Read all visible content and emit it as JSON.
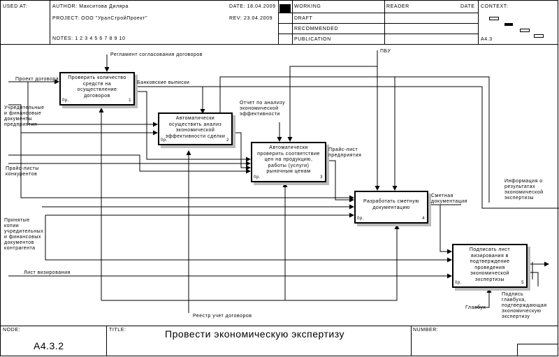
{
  "header": {
    "used_at": "USED AT:",
    "author": "AUTHOR:  Макситова Диляра",
    "project": "PROJECT:  ООО \"УралСтройПроект\"",
    "notes": "NOTES:  1  2  3  4  5  6  7  8  9  10",
    "date": "DATE:  18.04.2009",
    "rev": "REV:   23.04.2009",
    "working": "WORKING",
    "draft": "DRAFT",
    "recommended": "RECOMMENDED",
    "publication": "PUBLICATION",
    "reader": "READER",
    "reader_date": "DATE",
    "context": "CONTEXT:",
    "context_node": "A4.3"
  },
  "activities": [
    {
      "label": "Проверить количество средств на осуществление договоров",
      "cost": "0р.",
      "num": "1"
    },
    {
      "label": "Автоматически осуществить анализ экономической эффективности сделки",
      "cost": "0р.",
      "num": "2"
    },
    {
      "label": "Автоматически проверить соответствие цен на продукцию, работы (услуги) рыночным ценам",
      "cost": "0р.",
      "num": "3"
    },
    {
      "label": "Разработать сметную документацию",
      "cost": "0р.",
      "num": "4"
    },
    {
      "label": "Подписать лист визирования в подтверждение проведения экономической экспертизы",
      "cost": "0р.",
      "num": "5"
    }
  ],
  "arrow_labels": {
    "reglament": "Регламент согласования договоров",
    "pbu": "ПБУ",
    "proekt": "Проект договора",
    "uchred": "Учредительные\nи финансовые\nдокументы\nпредприятия",
    "bank": "Банковские выписки",
    "otchet": "Отчет по анализу\nэкономической\nэффективности",
    "prais_out": "Прайс-лист\nпредприятия",
    "prais_in": "Прайс-листы\nконкурентов",
    "prinyatye": "Принятые\nкопии\nучредительных\nи финансовых\nдокументов\nконтрагента",
    "info": "Информация о\nрезультатах\nэкономической\nэкспертизы",
    "smeta": "Сметная\nдокументация",
    "list_viz": "Лист визирования",
    "reestr": "Реестр учет договоров",
    "glavbuh": "Главбух",
    "podpis": "Подпись\nглавбуха,\nподтверждающая\nэкономическую\nэкспертизу"
  },
  "footer": {
    "node_label": "NODE:",
    "node_value": "A4.3.2",
    "title_label": "TITLE:",
    "title": "Провести экономическую экспертизу",
    "number_label": "NUMBER:"
  }
}
